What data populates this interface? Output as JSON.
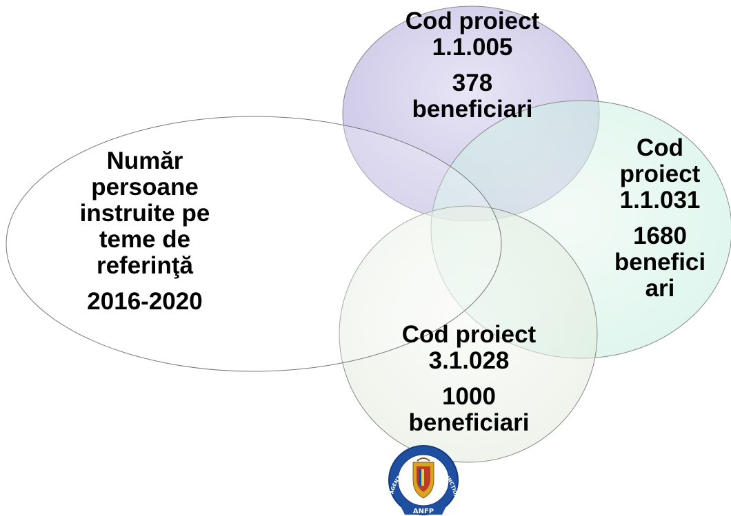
{
  "main": {
    "lines": [
      "Număr",
      "persoane",
      "instruite pe",
      "teme de",
      "referinţă"
    ],
    "years": "2016-2020"
  },
  "projects": [
    {
      "title_line1": "Cod proiect",
      "code": "1.1.005",
      "count": "378",
      "unit": "beneficiari",
      "color": "#c9c4e6"
    },
    {
      "title_line1": "Cod",
      "title_line2": "proiect",
      "code": "1.1.031",
      "count": "1680",
      "unit_line1": "benefici",
      "unit_line2": "ari",
      "color": "#c3ecdf"
    },
    {
      "title_line1": "Cod proiect",
      "code": "3.1.028",
      "count": "1000",
      "unit": "beneficiari",
      "color": "#e1eadc"
    }
  ],
  "logo": {
    "text": "ANFP",
    "ring_text": "AGENŢIA NAŢIONALĂ A FUNCŢIONARILOR PUBLICI"
  }
}
